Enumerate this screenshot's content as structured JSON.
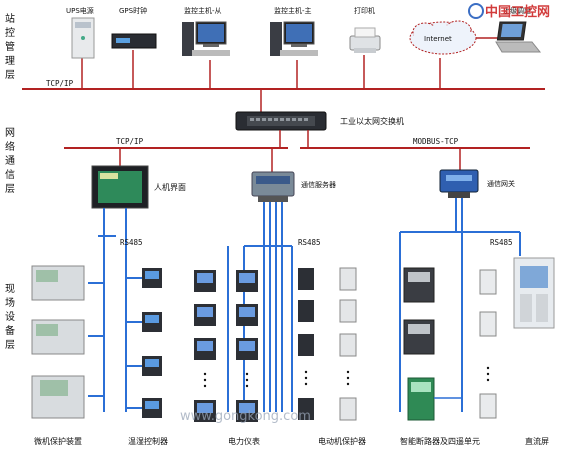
{
  "layers": {
    "station": [
      "站",
      "控",
      "管",
      "理",
      "层"
    ],
    "network": [
      "网",
      "络",
      "通",
      "信",
      "层"
    ],
    "field": [
      "现",
      "场",
      "设",
      "备",
      "层"
    ]
  },
  "top_devices": {
    "ups": "UPS电源",
    "gps": "GPS时钟",
    "monitor_slave": "监控主机-从",
    "monitor_master": "监控主机-主",
    "printer": "打印机",
    "upper_dispatch": "上级调度",
    "internet": "Internet"
  },
  "buses": {
    "top_tcpip": "TCP/IP",
    "net_tcpip": "TCP/IP",
    "modbus_tcp": "MODBUS-TCP",
    "rs485_1": "RS485",
    "rs485_2": "RS485",
    "rs485_3": "RS485"
  },
  "network_devices": {
    "switch": "工业以太网交换机",
    "hmi": "人机界面",
    "comm_server": "通信服务器",
    "gateway": "通信网关"
  },
  "field_devices": {
    "microprotect": "微机保护装置",
    "temp_humidity": "温湿控制器",
    "power_meter": "电力仪表",
    "motor_protect": "电动机保护器",
    "breaker": "智能断路器及四遥单元",
    "dc_screen": "直流屏"
  },
  "watermark": "www.gongkong.com",
  "logo": "中国工控网",
  "colors": {
    "bus_red": "#b22222",
    "field_blue": "#2b6fd6",
    "device_gray": "#cfd3d6",
    "switch_dark": "#2a2d33"
  }
}
